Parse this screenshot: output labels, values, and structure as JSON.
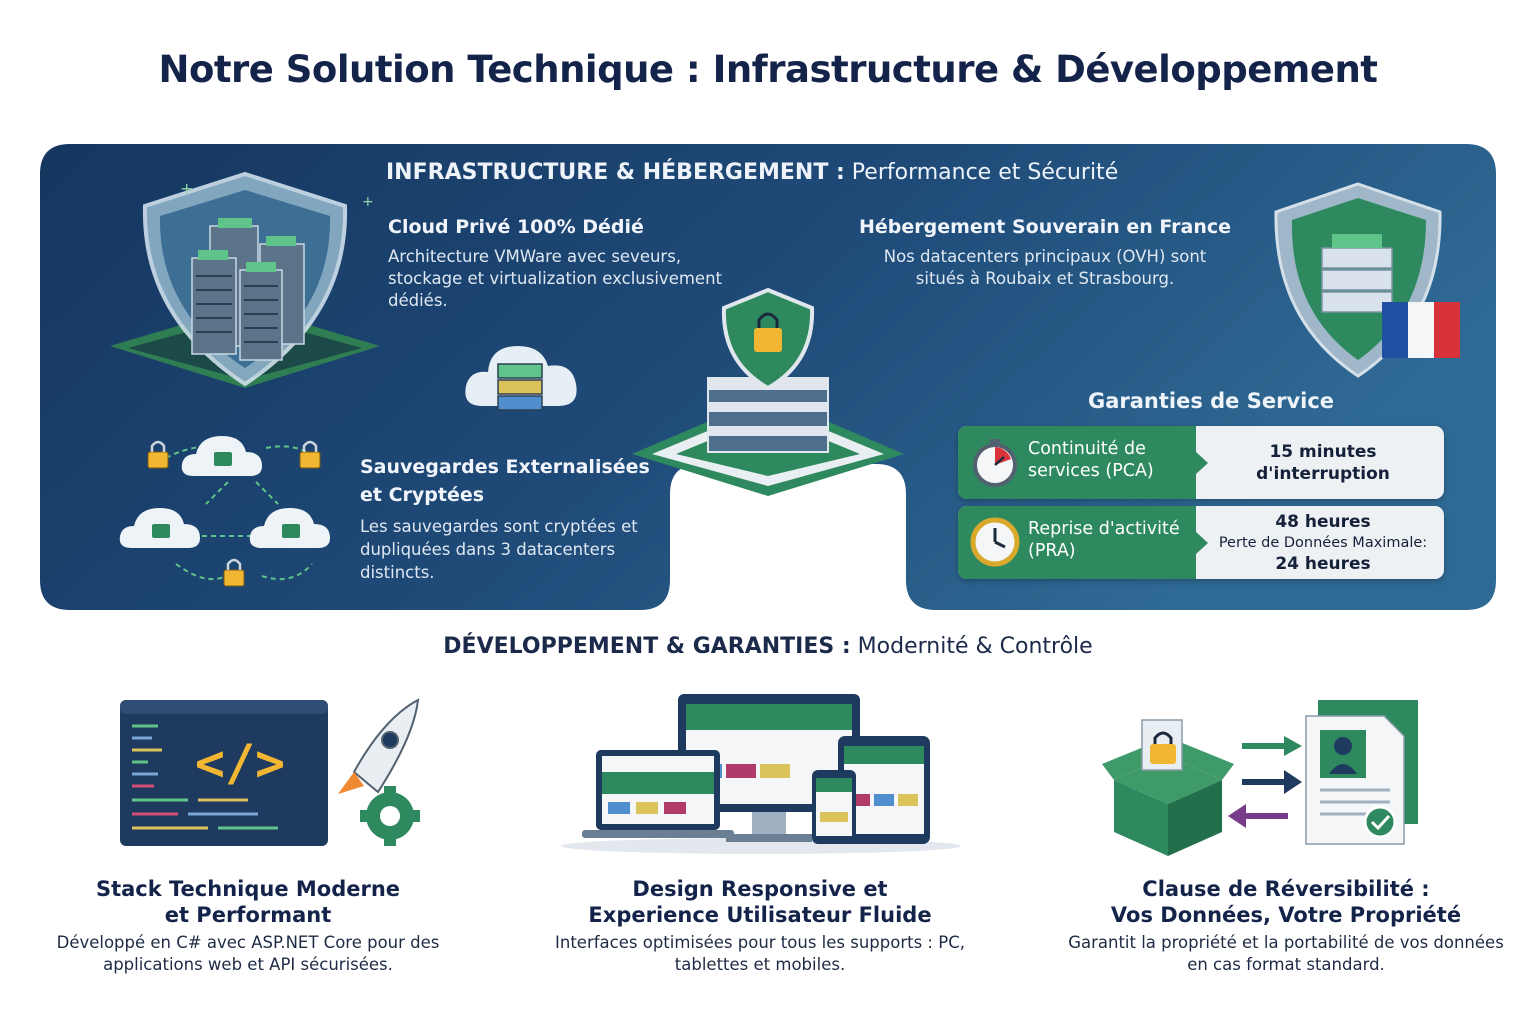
{
  "title": "Notre Solution Technique : Infrastructure & Développement",
  "infrastructure": {
    "heading_bold": "INFRASTRUCTURE & HÉBERGEMENT :",
    "heading_rest": " Performance et Sécurité",
    "cloud": {
      "title": "Cloud Privé 100% Dédié",
      "text": "Architecture VMWare avec seveurs, stockage et virtualization exclusivement dédiés."
    },
    "sovereign": {
      "title": "Hébergement Souverain en France",
      "text": "Nos datacenters principaux (OVH) sont situés à Roubaix et Strasbourg."
    },
    "backups": {
      "title": "Sauvegardes Externalisées et Cryptées",
      "text": "Les sauvegardes sont cryptées et dupliquées dans 3 datacenters distincts."
    },
    "guarantees": {
      "title": "Garanties de Service",
      "rows": [
        {
          "label": "Continuité de services (PCA)",
          "value": "15 minutes d'interruption",
          "icon": "stopwatch-icon"
        },
        {
          "label": "Reprise d'activité (PRA)",
          "value_main_1": "48 heures",
          "value_sub": "Perte de Données Maximale:",
          "value_main_2": "24 heures",
          "icon": "clock-icon"
        }
      ]
    },
    "colors": {
      "panel_dark": "#173964",
      "panel_light": "#2f6a94",
      "green": "#2e8a5e"
    }
  },
  "development": {
    "heading_bold": "DÉVELOPPEMENT & GARANTIES :",
    "heading_rest": " Modernité & Contrôle",
    "cards": [
      {
        "title_line1": "Stack Technique Moderne",
        "title_line2": "et Performant",
        "text": "Développé en C# avec ASP.NET Core pour des applications web et API sécurisées.",
        "code_glyph": "</>"
      },
      {
        "title_line1": "Design Responsive et",
        "title_line2": "Experience Utilisateur Fluide",
        "text": "Interfaces optimisées pour tous les supports : PC, tablettes et mobiles."
      },
      {
        "title_line1": "Clause de Réversibilité :",
        "title_line2": "Vos Données, Votre Propriété",
        "text": "Garantit la propriété et la portabilité de vos données en cas format standard."
      }
    ]
  }
}
